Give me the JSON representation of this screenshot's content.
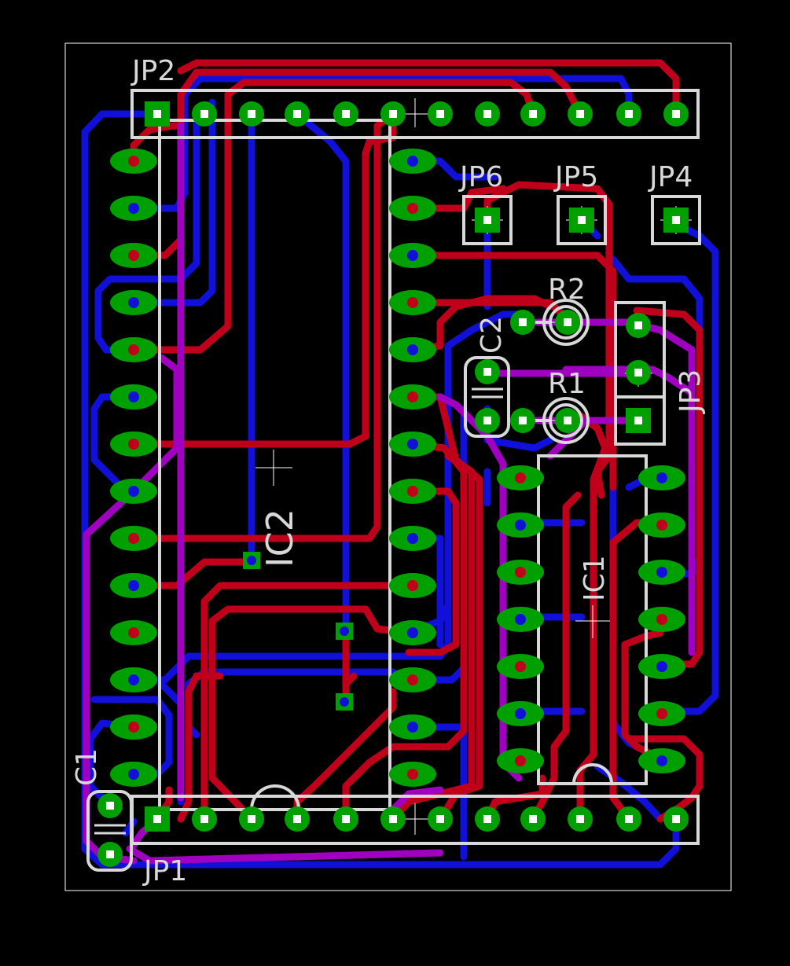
{
  "board": {
    "labels": {
      "jp2": "JP2",
      "jp1": "JP1",
      "jp3": "JP3",
      "jp4": "JP4",
      "jp5": "JP5",
      "jp6": "JP6",
      "ic1": "IC1",
      "ic2": "IC2",
      "r1": "R1",
      "r2": "R2",
      "c1": "C1",
      "c2": "C2"
    },
    "colors": {
      "background": "#000000",
      "outline": "#ffffff",
      "silkscreen": "#d8d8d8",
      "top_copper": "#c0001a",
      "bottom_copper": "#1010d8",
      "via_mix": "#a000c0",
      "pad": "#00a000",
      "pad_hole": "#ffffff"
    }
  }
}
